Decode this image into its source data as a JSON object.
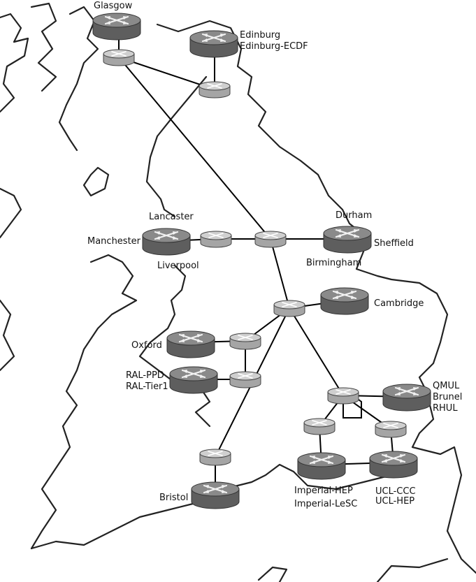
{
  "labels": {
    "glasgow": "Glasgow",
    "edinburgh": "Edinburg",
    "edinburgh_ecdf": "Edinburg-ECDF",
    "lancaster": "Lancaster",
    "manchester": "Manchester",
    "liverpool": "Liverpool",
    "durham": "Durham",
    "sheffield": "Sheffield",
    "birmingham": "Birmingham",
    "cambridge": "Cambridge",
    "oxford": "Oxford",
    "ral_ppd": "RAL-PPD",
    "ral_tier1": "RAL-Tier1",
    "qmul": "QMUL",
    "brunel": "Brunel",
    "rhul": "RHUL",
    "imperial_hep": "Imperial-HEP",
    "imperial_lesc": "Imperial-LeSC",
    "ucl_ccc": "UCL-CCC",
    "ucl_hep": "UCL-HEP",
    "bristol": "Bristol"
  },
  "icons": {
    "site_router": "router-icon",
    "hub_router": "router-icon"
  },
  "colors": {
    "site_router_body": "#6b6b6b",
    "site_router_top": "#8a8a8a",
    "hub_router_body": "#a9a9a9",
    "hub_router_top": "#cdcdcd",
    "links": "#000000",
    "coastline": "#222222"
  }
}
